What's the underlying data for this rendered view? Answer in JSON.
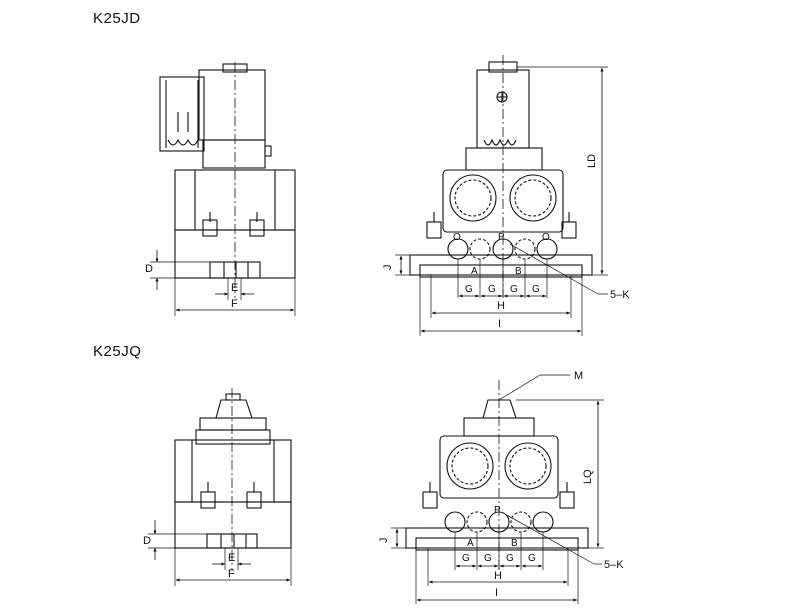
{
  "titles": {
    "top": "K25JD",
    "bottom": "K25JQ"
  },
  "top": {
    "side": {
      "d": "D",
      "e": "E",
      "f": "F"
    },
    "front": {
      "ld": "LD",
      "j": "J",
      "h": "H",
      "i": "I",
      "k": "5–K",
      "a": "A",
      "b": "B",
      "p": "P",
      "o1": "O",
      "o2": "O",
      "g1": "G",
      "g2": "G",
      "g3": "G",
      "g4": "G"
    }
  },
  "bottom": {
    "side": {
      "d": "D",
      "e": "E",
      "f": "F"
    },
    "front": {
      "lq": "LQ",
      "m": "M",
      "j": "J",
      "h": "H",
      "i": "I",
      "k": "5–K",
      "a": "A",
      "b": "B",
      "p": "P",
      "g1": "G",
      "g2": "G",
      "g3": "G",
      "g4": "G"
    }
  }
}
